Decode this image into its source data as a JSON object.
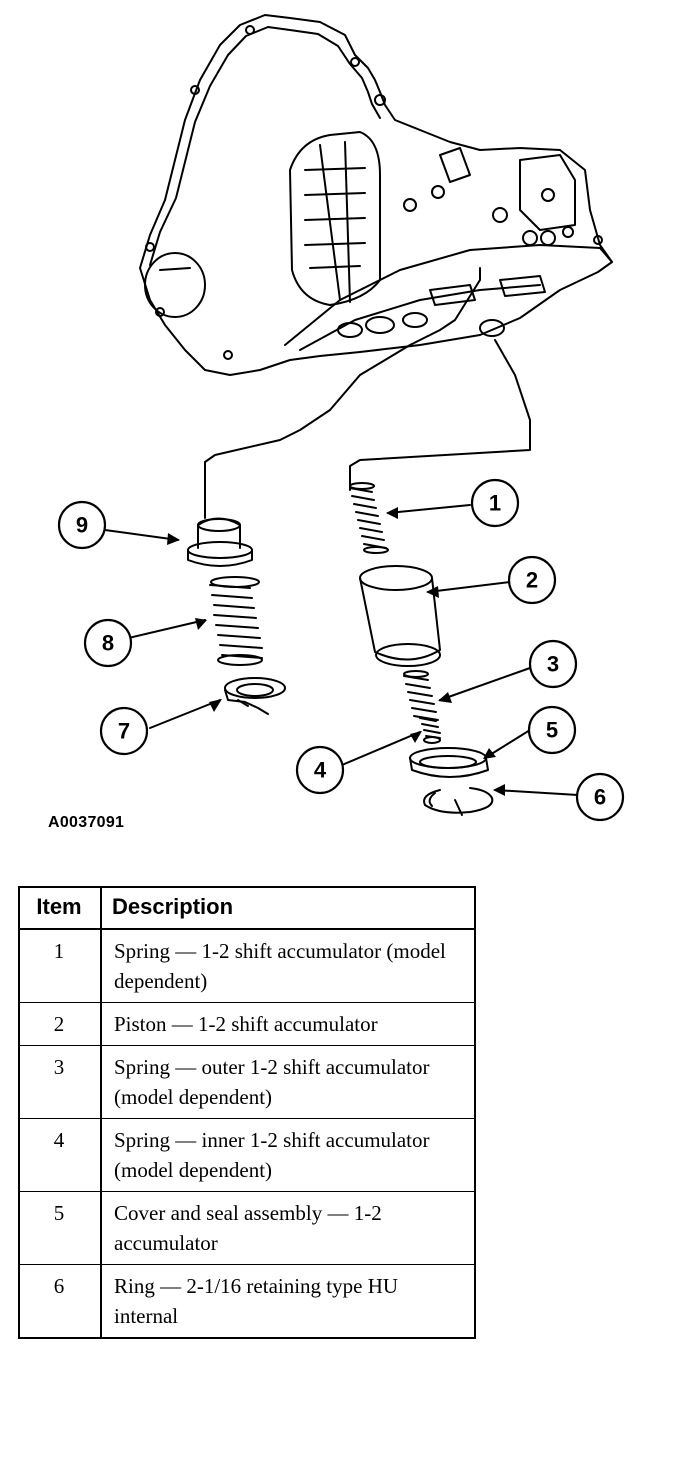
{
  "figure": {
    "id": "A0037091",
    "callouts": [
      "1",
      "2",
      "3",
      "4",
      "5",
      "6",
      "7",
      "8",
      "9"
    ]
  },
  "table": {
    "headers": {
      "item": "Item",
      "description": "Description"
    },
    "rows": [
      {
        "item": "1",
        "description": "Spring — 1-2 shift accumulator (model dependent)"
      },
      {
        "item": "2",
        "description": "Piston — 1-2 shift accumulator"
      },
      {
        "item": "3",
        "description": "Spring — outer 1-2 shift accumulator (model dependent)"
      },
      {
        "item": "4",
        "description": "Spring — inner 1-2 shift accumulator (model dependent)"
      },
      {
        "item": "5",
        "description": "Cover and seal assembly — 1-2 accumulator"
      },
      {
        "item": "6",
        "description": "Ring — 2-1/16 retaining type HU internal"
      }
    ]
  }
}
